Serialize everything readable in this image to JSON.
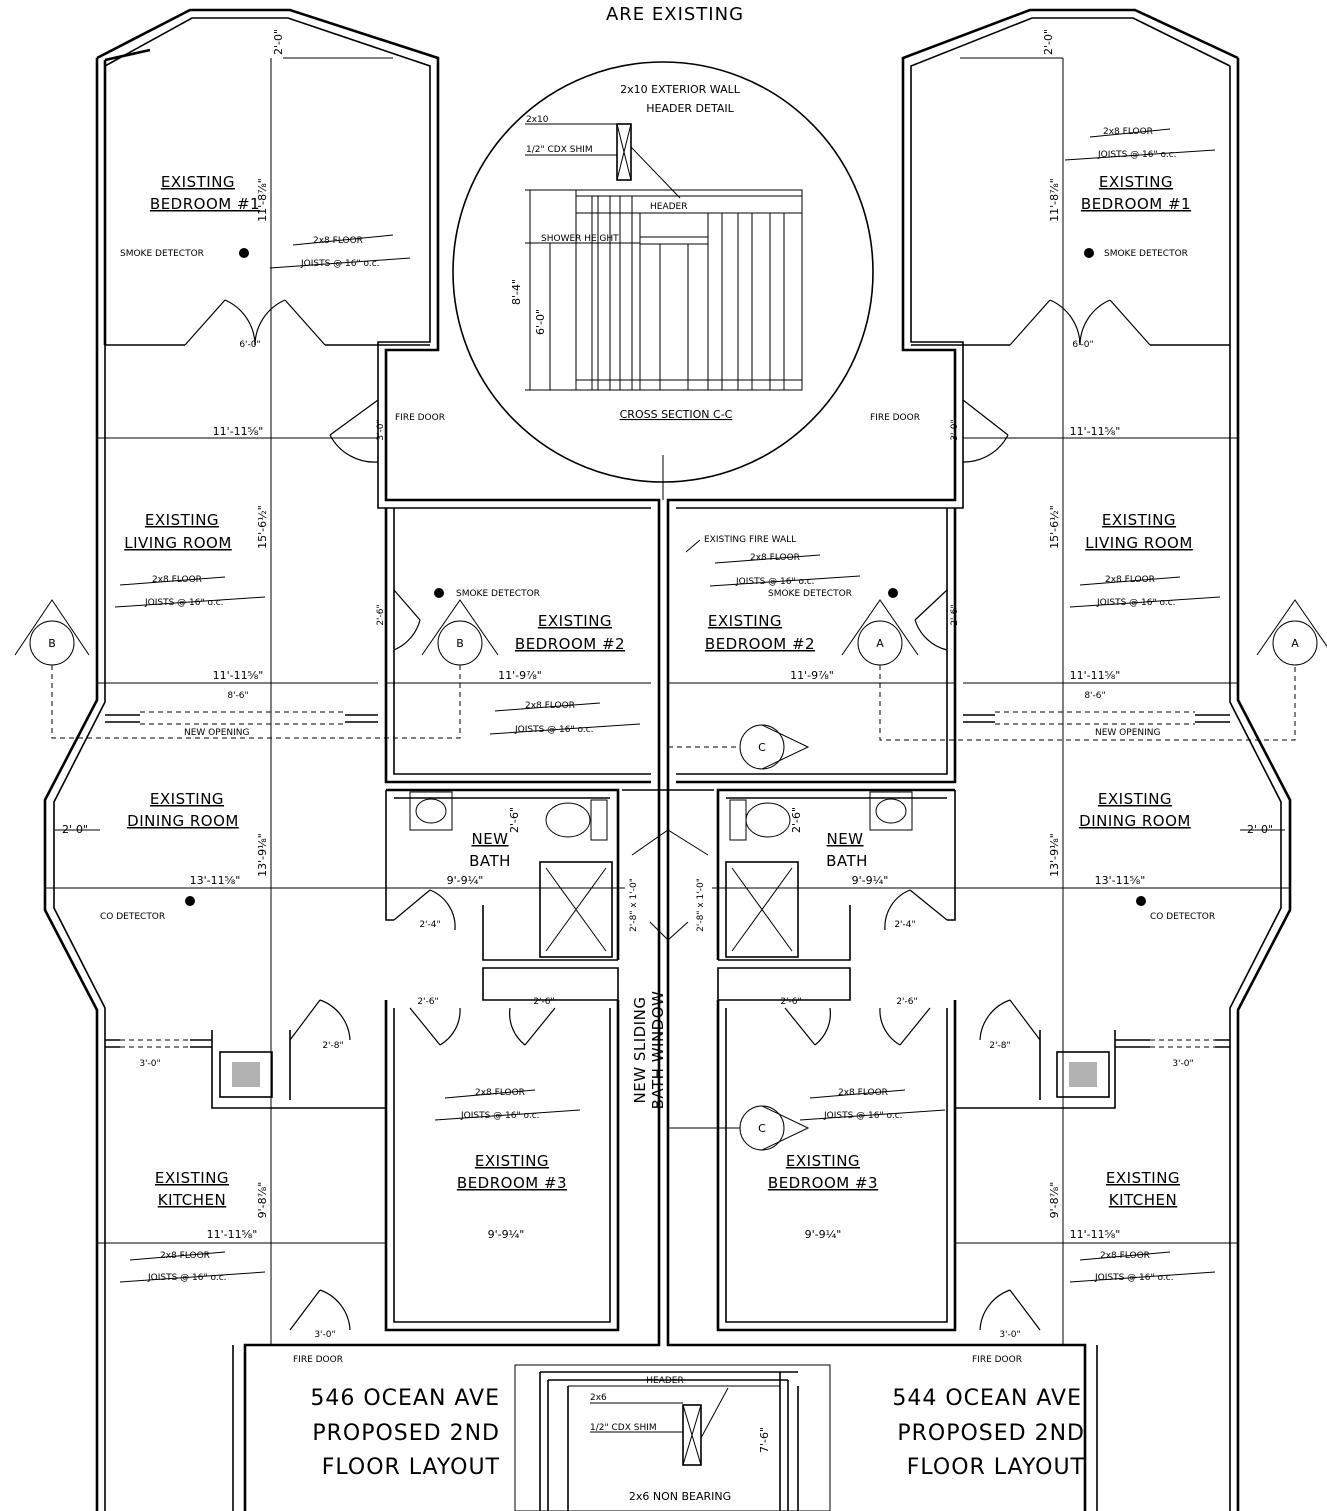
{
  "header": {
    "top_note": "ARE EXISTING"
  },
  "titles": {
    "left": [
      "546 OCEAN AVE",
      "PROPOSED 2ND",
      "FLOOR LAYOUT"
    ],
    "right": [
      "544 OCEAN AVE",
      "PROPOSED 2ND",
      "FLOOR LAYOUT"
    ]
  },
  "header_detail": {
    "title1": "2x10 EXTERIOR WALL",
    "title2": "HEADER DETAIL",
    "lbl_2x10": "2x10",
    "lbl_shim": "1/2\" CDX SHIM",
    "lbl_header": "HEADER",
    "lbl_shower": "SHOWER HEIGHT",
    "dim_total": "8'-4\"",
    "dim_shower": "6'-0\"",
    "section_title": "CROSS SECTION C-C"
  },
  "bottom_detail": {
    "header": "HEADER",
    "lbl_2x6": "2x6",
    "lbl_shim": "1/2\" CDX SHIM",
    "dim": "7'-6\"",
    "caption": "2x6 NON BEARING"
  },
  "rooms": {
    "bed1": [
      "EXISTING",
      "BEDROOM #1"
    ],
    "living": [
      "EXISTING",
      "LIVING ROOM"
    ],
    "bed2": [
      "EXISTING",
      "BEDROOM #2"
    ],
    "dining": [
      "EXISTING",
      "DINING ROOM"
    ],
    "bath": [
      "NEW",
      "BATH"
    ],
    "bed3": [
      "EXISTING",
      "BEDROOM #3"
    ],
    "kitchen": [
      "EXISTING",
      "KITCHEN"
    ]
  },
  "notes": {
    "floor": "2x8 FLOOR",
    "joists": "JOISTS @ 16\" o.c.",
    "smoke": "SMOKE DETECTOR",
    "co": "CO DETECTOR",
    "fire_door": "FIRE DOOR",
    "new_opening": "NEW OPENING",
    "fire_wall": "EXISTING FIRE WALL",
    "window": [
      "NEW SLIDING",
      "BATH WINDOW"
    ],
    "window_size": "2'-8\" x 1'-0\""
  },
  "dims": {
    "d2_0": "2'-0\"",
    "bed1_depth": "11'-8⅞\"",
    "w6_0": "6'-0\"",
    "w11_11": "11'-11⅝\"",
    "w3_0": "3'-0\"",
    "living_depth": "15'-6½\"",
    "w2_6": "2'-6\"",
    "w8_6": "8'-6\"",
    "bed2_w": "11'-9⅞\"",
    "dining_w": "13'-11⅝\"",
    "dining_d": "13'-9⅛\"",
    "bath_w": "9'-9¼\"",
    "w2_4": "2'-4\"",
    "w2_8": "2'-8\"",
    "bed3_w": "9'-9¼\"",
    "kitchen_d": "9'-8⅞\""
  },
  "markers": {
    "a": "A",
    "b": "B",
    "c": "C"
  }
}
